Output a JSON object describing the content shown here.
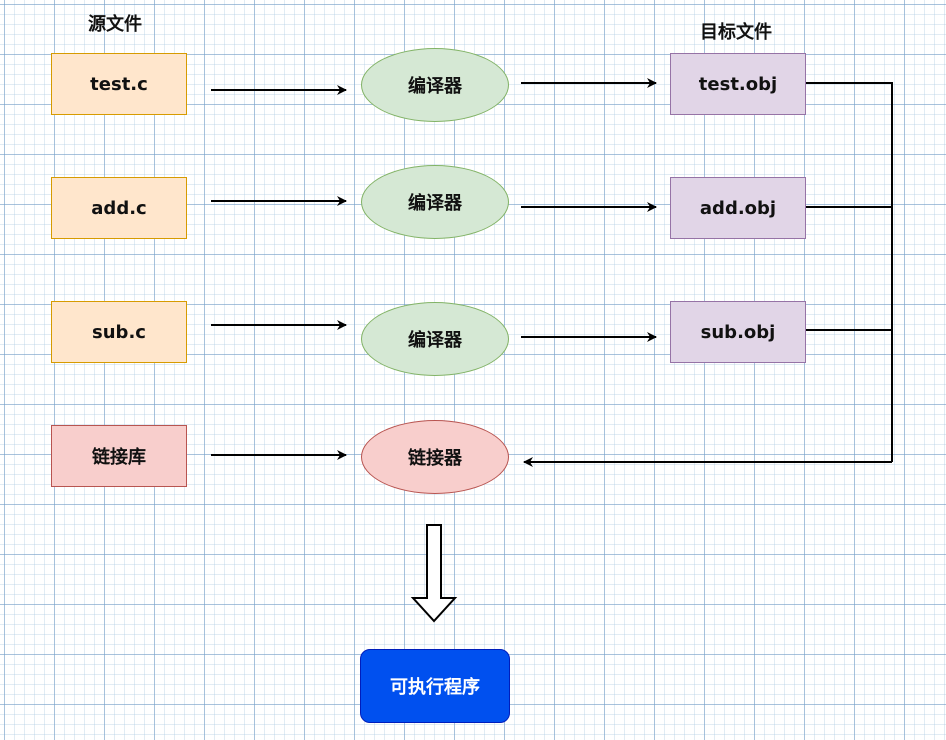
{
  "headings": {
    "source": "源文件",
    "target": "目标文件"
  },
  "sources": [
    "test.c",
    "add.c",
    "sub.c"
  ],
  "library": "链接库",
  "compilers": [
    "编译器",
    "编译器",
    "编译器"
  ],
  "linker": "链接器",
  "objects": [
    "test.obj",
    "add.obj",
    "sub.obj"
  ],
  "output": "可执行程序"
}
